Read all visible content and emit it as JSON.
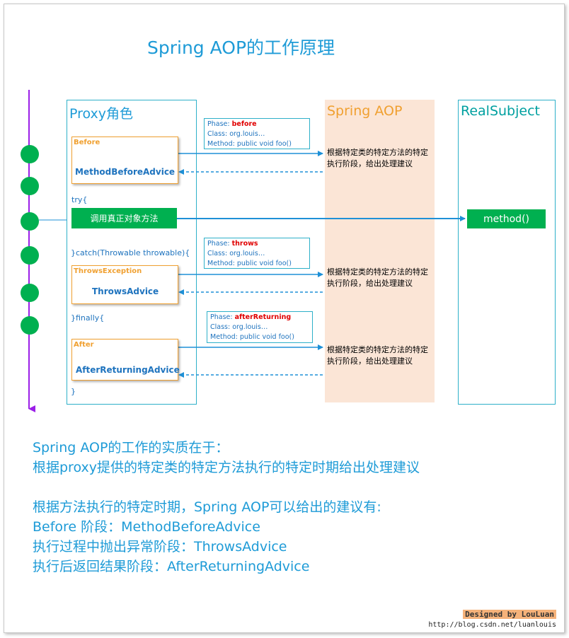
{
  "title": "Spring AOP的工作原理",
  "columns": {
    "proxy": "Proxy角色",
    "aop": "Spring AOP",
    "real": "RealSubject"
  },
  "code": {
    "try_open": "try{",
    "catch_open": "}catch(Throwable throwable){",
    "finally_open": "}finally{",
    "close": "}"
  },
  "invoke_label": "调用真正对象方法",
  "real_method": "method()",
  "advices": [
    {
      "tag": "Before",
      "name": "MethodBeforeAdvice"
    },
    {
      "tag": "ThrowsException",
      "name": "ThrowsAdvice"
    },
    {
      "tag": "After",
      "name": "AfterReturningAdvice"
    }
  ],
  "phases": [
    {
      "phase_label": "Phase: ",
      "phase_value": "before",
      "class_line": "Class: org.louis…",
      "method_line": "Method: public void foo()"
    },
    {
      "phase_label": "Phase: ",
      "phase_value": "throws",
      "class_line": "Class: org.louis…",
      "method_line": "Method: public void foo()"
    },
    {
      "phase_label": "Phase: ",
      "phase_value": "afterReturning",
      "class_line": "Class: org.louis…",
      "method_line": "Method: public void foo()"
    }
  ],
  "advice_text": "根据特定类的特定方法的特定执行阶段，给出处理建议",
  "summary": [
    "Spring AOP的工作的实质在于：",
    "根据proxy提供的特定类的特定方法执行的特定时期给出处理建议",
    "",
    "根据方法执行的特定时期，Spring AOP可以给出的建议有:",
    "Before 阶段：MethodBeforeAdvice",
    "执行过程中抛出异常阶段：ThrowsAdvice",
    "执行后返回结果阶段：AfterReturningAdvice"
  ],
  "credit": {
    "line1": "Designed by LouLuan",
    "line2": "http://blog.csdn.net/luanlouis"
  },
  "colors": {
    "accent_blue": "#1e9bd7",
    "aop_orange": "#f0a030",
    "aop_bg": "#fbe5d6",
    "green": "#00b050",
    "timeline_purple": "#9b1fe8",
    "phase_red": "#e00000"
  }
}
